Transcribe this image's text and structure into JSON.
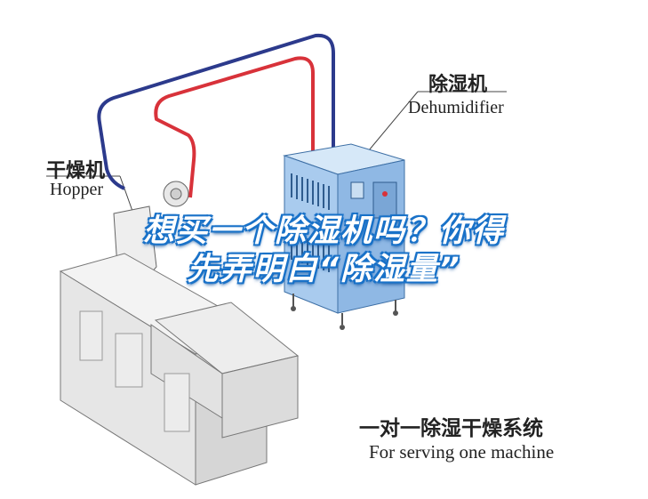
{
  "labels": {
    "dehumidifier_cn": "除湿机",
    "dehumidifier_en": "Dehumidifier",
    "hopper_cn": "干燥机",
    "hopper_en": "Hopper",
    "caption_cn": "一对一除湿干燥系统",
    "caption_en": "For serving one machine"
  },
  "headline": {
    "line1": "想买一个除湿机吗？你得",
    "line2": "先弄明白“除湿量”"
  },
  "colors": {
    "pipe_blue": "#2c3a8c",
    "pipe_red": "#d8323a",
    "cabinet_blue": "#a9cbee",
    "headline_outline": "#1a72c8"
  }
}
